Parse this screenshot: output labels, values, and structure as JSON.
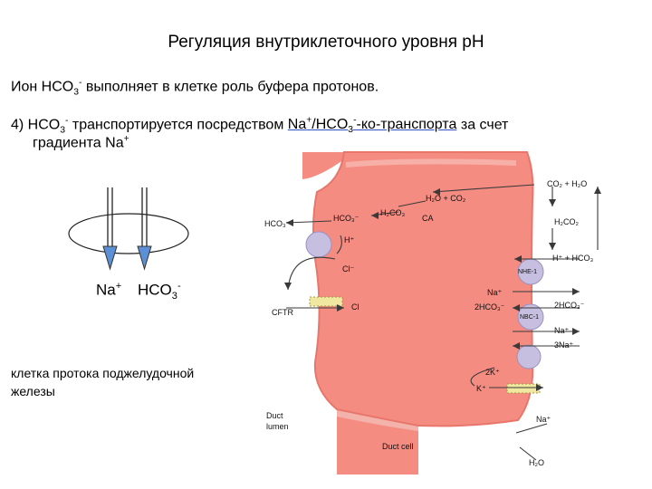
{
  "title": "Регуляция внутриклеточного уровня рН",
  "line1": {
    "prefix": "Ион HCO",
    "sub": "3",
    "sup": "-",
    "suffix": " выполняет в клетке роль буфера протонов."
  },
  "line2": {
    "prefix": "4) HCO",
    "sub": "3",
    "sup": "-",
    "middle": " транспортируется посредством ",
    "transporter_a": "Na",
    "transporter_a_sup": "+",
    "transporter_b": "/HCO",
    "transporter_b_sub": "3",
    "transporter_b_sup": "-",
    "transporter_c": "-ко-транспорта",
    "suffix": " за счет"
  },
  "line3": {
    "text": "градиента Na",
    "sup": "+"
  },
  "symporter_ions": {
    "na": {
      "base": "Na",
      "sup": "+"
    },
    "hco3": {
      "base": "HCO",
      "sub": "3",
      "sup": "-"
    }
  },
  "caption": {
    "line1": "клетка протока поджелудочной",
    "line2": "железы"
  },
  "colors": {
    "cell_fill": "#f48c82",
    "cell_stroke": "#e8766b",
    "lumen_fill": "#f3b3aa",
    "transporter_fill": "#c6bfe0",
    "arrow_color": "#3a3a3a"
  },
  "diagram_labels": {
    "hco3_lumen": "HCO₃⁻",
    "hco3_cell": "HCO₃⁻",
    "h2co3_cell": "H₂CO₃",
    "h2o_co2_cell": "H₂O + CO₂",
    "ca": "CA",
    "h_plus": "H⁺",
    "cl_upper": "Cl⁻",
    "cftr": "CFTR",
    "cl_lower": "Cl",
    "nhe1": "NHE-1",
    "na_cell": "Na⁺",
    "two_hco3_cell": "2HCO₃⁻",
    "nbc1": "NBC-1",
    "k_plus_upper": "2K⁺",
    "k_plus_lower": "K⁺",
    "co2_h2o_blood": "CO₂ + H₂O",
    "h2co2_blood": "H₂CO₂",
    "h_hco3_blood": "H⁺ + HCO₃",
    "two_hco3_blood": "2HCO₃⁻",
    "na_blood": "Na⁺",
    "three_na_blood": "3Na⁺",
    "na_bottom": "Na⁺",
    "duct_lumen_1": "Duct",
    "duct_lumen_2": "lumen",
    "duct_cell": "Duct cell",
    "h2o_bottom": "H₂O"
  }
}
